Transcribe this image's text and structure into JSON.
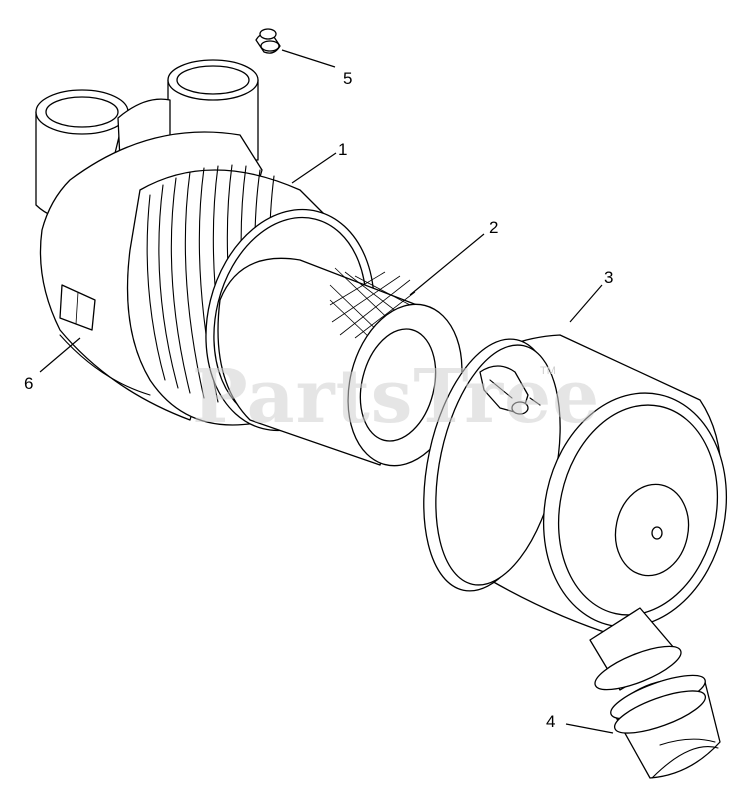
{
  "callouts": {
    "c1": "1",
    "c2": "2",
    "c3": "3",
    "c4": "4",
    "c5": "5",
    "c6": "6"
  },
  "watermark": {
    "text": "PartsTree",
    "trademark": "TM"
  }
}
